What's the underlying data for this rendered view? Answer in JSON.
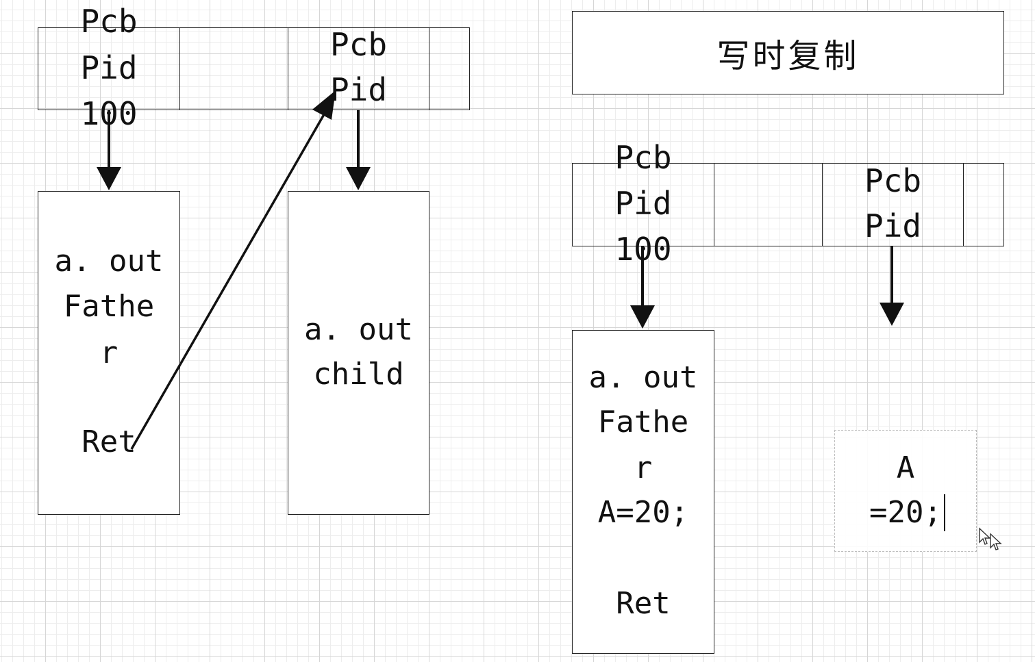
{
  "left": {
    "pcb_father": [
      "Pcb",
      "Pid",
      "100"
    ],
    "pcb_child": [
      "Pcb",
      "Pid"
    ],
    "father_mem": [
      "a. out",
      "Fathe",
      "r",
      "Ret"
    ],
    "child_mem": [
      "a. out",
      "child"
    ]
  },
  "right": {
    "title": "写时复制",
    "pcb_father": [
      "Pcb",
      "Pid",
      "100"
    ],
    "pcb_child": [
      "Pcb",
      "Pid"
    ],
    "father_mem": [
      "a. out",
      "Fathe",
      "r",
      "A=20;",
      "Ret"
    ],
    "child_edit": [
      "A",
      "=20;"
    ]
  },
  "icons": {
    "cursor": "mouse-pointer-icon"
  }
}
